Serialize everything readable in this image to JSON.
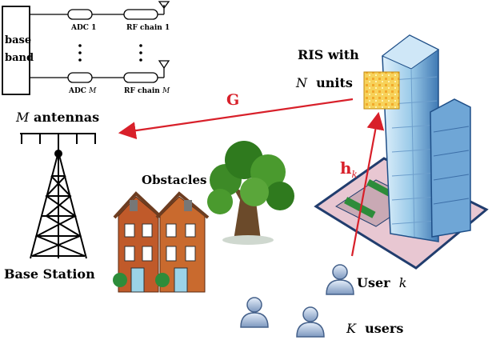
{
  "baseband": {
    "line1": "base",
    "line2": "band"
  },
  "chains": {
    "adc_first": "ADC 1",
    "adc_last_prefix": "ADC",
    "adc_last_var": "M",
    "rf_first": "RF chain 1",
    "rf_last_prefix": "RF chain",
    "rf_last_var": "M"
  },
  "antennas": {
    "var": "M",
    "word": "antennas"
  },
  "base_station": "Base Station",
  "obstacles": "Obstacles",
  "ris": {
    "line1": "RIS with",
    "var": "N",
    "word": "units"
  },
  "channel_G": "G",
  "channel_h": {
    "symbol": "h",
    "subscript": "k"
  },
  "user_k": {
    "word": "User",
    "var": "k"
  },
  "users": {
    "var": "K",
    "word": "users"
  },
  "colors": {
    "arrow": "#d8202a",
    "building_blue": "#4f86c6",
    "ris_yellow": "#f3c03b",
    "tree_green": "#2f7a1e",
    "house_brown": "#c05a2a"
  }
}
